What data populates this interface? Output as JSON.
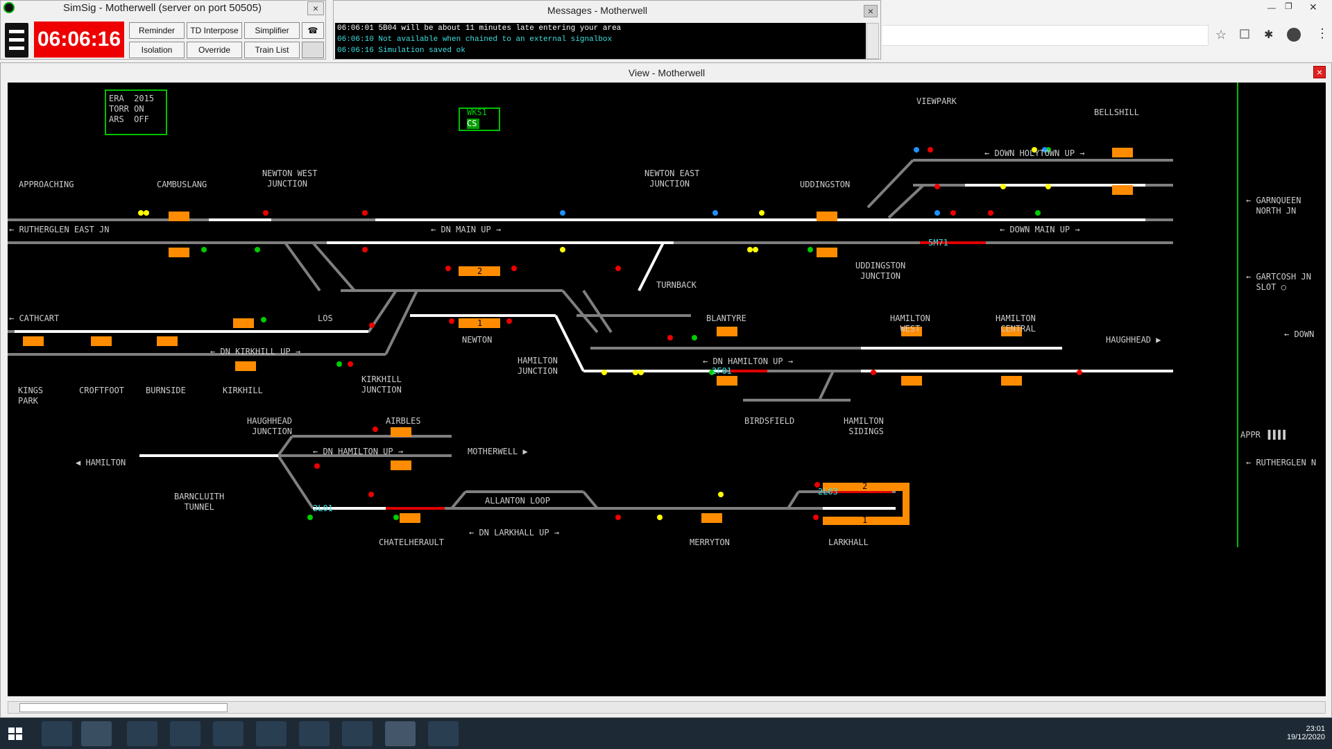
{
  "control": {
    "title": "SimSig - Motherwell (server on port 50505)",
    "close": "×",
    "clock": "06:06:16",
    "buttons": {
      "reminder": "Reminder",
      "td": "TD Interpose",
      "simplifier": "Simplifier",
      "isolation": "Isolation",
      "override": "Override",
      "trainlist": "Train List"
    }
  },
  "messages": {
    "title": "Messages - Motherwell",
    "close": "×",
    "lines": [
      {
        "text": "06:06:01 5B04 will be about 11 minutes late entering your area",
        "color": "#ffffff"
      },
      {
        "text": "06:06:10 Not available when chained to an external signalbox",
        "color": "#40e0e0"
      },
      {
        "text": "06:06:16 Simulation saved ok",
        "color": "#40e0e0"
      }
    ]
  },
  "view": {
    "title": "View - Motherwell",
    "close": "×"
  },
  "status_box": {
    "line1": "ERA  2015",
    "line2": "TORR ON",
    "line3": "ARS  OFF"
  },
  "wks": {
    "top": "WKS1",
    "bottom": "CS"
  },
  "labels": {
    "approaching": "APPROACHING",
    "cambuslang": "CAMBUSLANG",
    "newton_west": "NEWTON WEST\n JUNCTION",
    "newton_east": "NEWTON EAST\n JUNCTION",
    "uddingston": "UDDINGSTON",
    "viewpark": "VIEWPARK",
    "bellshill": "BELLSHILL",
    "rutherglen_east": "← RUTHERGLEN EAST JN",
    "dn_main_up": "← DN MAIN UP →",
    "down_holytown_up": "← DOWN HOLYTOWN UP →",
    "down_main_up": "← DOWN MAIN UP →",
    "uddingston_jn": "UDDINGSTON\n JUNCTION",
    "turnback": "TURNBACK",
    "garnqueen": "← GARNQUEEN\n  NORTH JN",
    "gartcosh": "← GARTCOSH JN\n  SLOT ○",
    "cathcart": "← CATHCART",
    "los": "LOS",
    "blantyre": "BLANTYRE",
    "hamilton_west": "HAMILTON\n  WEST",
    "hamilton_central": "HAMILTON\n CENTRAL",
    "haughhead": "HAUGHHEAD ▶",
    "dn_kirkhill_up": "← DN KIRKHILL UP →",
    "newton": "NEWTON",
    "hamilton_jn": "HAMILTON\nJUNCTION",
    "dn_hamilton_up_1": "← DN HAMILTON UP →",
    "kings_park": "KINGS\nPARK",
    "croftfoot": "CROFTFOOT",
    "burnside": "BURNSIDE",
    "kirkhill": "KIRKHILL",
    "kirkhill_jn": "KIRKHILL\nJUNCTION",
    "birdsfield": "BIRDSFIELD",
    "hamilton_sidings": "HAMILTON\n SIDINGS",
    "haughhead_jn": "HAUGHHEAD\n JUNCTION",
    "airbles": "AIRBLES",
    "hamilton": "◀ HAMILTON",
    "dn_hamilton_up_2": "← DN HAMILTON UP →",
    "motherwell": "MOTHERWELL ▶",
    "barncluith": "BARNCLUITH\n  TUNNEL",
    "allanton_loop": "ALLANTON LOOP",
    "dn_larkhall_up": "← DN LARKHALL UP →",
    "chatelherault": "CHATELHERAULT",
    "merryton": "MERRYTON",
    "larkhall": "LARKHALL",
    "appr": "APPR ▐▐▐▐",
    "rutherglen_n": "← RUTHERGLEN N",
    "down": "← DOWN"
  },
  "berths": [
    {
      "id": "5M71",
      "color": "#40e0e0"
    },
    {
      "id": "2F01",
      "color": "#40e0e0"
    },
    {
      "id": "2L01",
      "color": "#40e0e0"
    },
    {
      "id": "2L03",
      "color": "#40e0e0"
    }
  ],
  "platform_numbers": {
    "p2": "2",
    "p1": "1",
    "lark2": "2",
    "lark1": "1"
  },
  "taskbar": {
    "time": "23:01",
    "date": "19/12/2020"
  },
  "colors": {
    "track": "#7f7f7f",
    "route": "#ffffff",
    "occupied": "#e00000",
    "platform": "#ff8c00",
    "accent": "#00c000"
  }
}
